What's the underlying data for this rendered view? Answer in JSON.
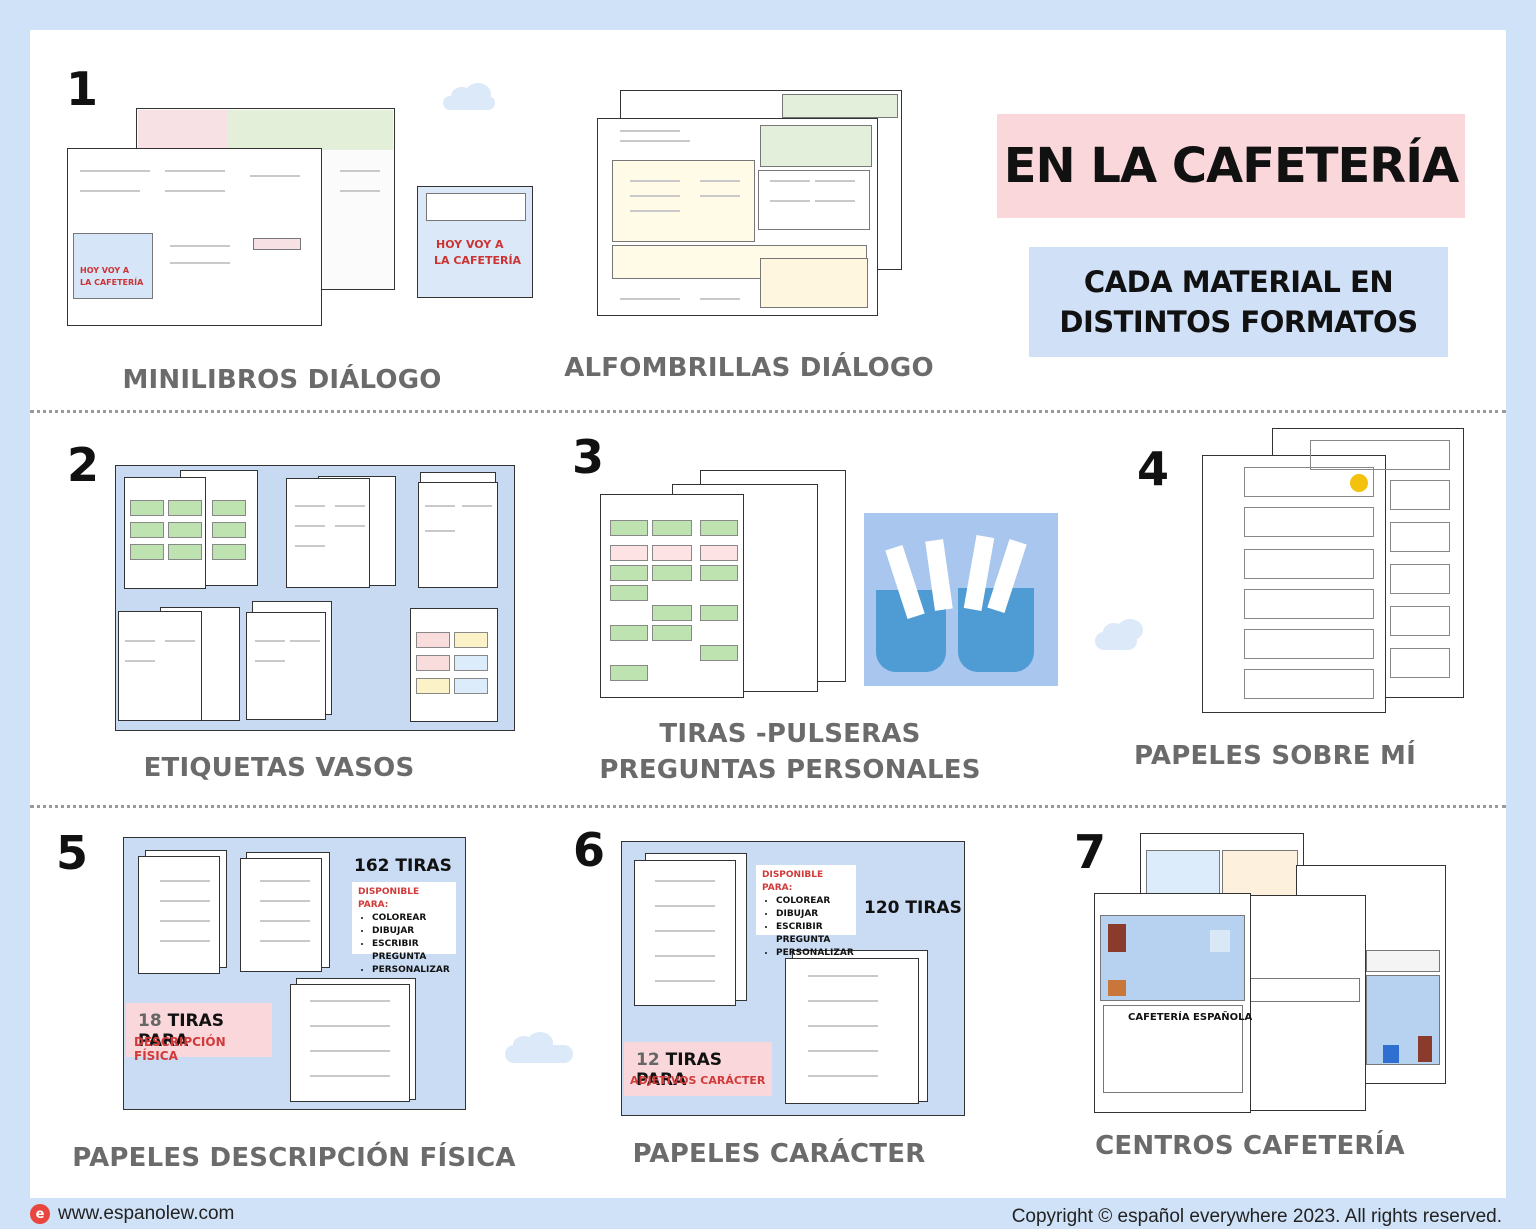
{
  "title": "EN LA CAFETERÍA",
  "subtitle_lines": [
    "CADA MATERIAL EN",
    "DISTINTOS FORMATOS"
  ],
  "items": [
    {
      "number": "1",
      "caption": "MINILIBROS DIÁLOGO"
    },
    {
      "number": "",
      "caption": "ALFOMBRILLAS  DIÁLOGO"
    },
    {
      "number": "2",
      "caption": "ETIQUETAS VASOS"
    },
    {
      "number": "3",
      "caption_lines": [
        "TIRAS -PULSERAS",
        "PREGUNTAS PERSONALES"
      ]
    },
    {
      "number": "4",
      "caption": "PAPELES SOBRE MÍ"
    },
    {
      "number": "5",
      "caption": "PAPELES DESCRIPCIÓN FÍSICA"
    },
    {
      "number": "6",
      "caption": "PAPELES CARÁCTER"
    },
    {
      "number": "7",
      "caption": "CENTROS CAFETERÍA"
    }
  ],
  "thumb5": {
    "count_label": "162 TIRAS",
    "available_heading": "DISPONIBLE PARA:",
    "available_items": [
      "COLOREAR",
      "DIBUJAR",
      "ESCRIBIR PREGUNTA",
      "PERSONALIZAR"
    ],
    "highlight_num": "18",
    "highlight_text": "TIRAS PARA",
    "highlight_sub": "DESCRIPCIÓN FÍSICA"
  },
  "thumb6": {
    "count_label": "120 TIRAS",
    "available_heading": "DISPONIBLE PARA:",
    "available_items": [
      "COLOREAR",
      "DIBUJAR",
      "ESCRIBIR PREGUNTA",
      "PERSONALIZAR"
    ],
    "highlight_num": "12",
    "highlight_text": "TIRAS PARA",
    "highlight_sub": "ADJETIVOS CARÁCTER"
  },
  "thumb1": {
    "cover_line1": "HOY VOY A",
    "cover_line2": "LA CAFETERÍA"
  },
  "thumb7": {
    "center_label": "CAFETERÍA ESPAÑOLA"
  },
  "footer": {
    "logo_letter": "e",
    "website": "www.espanolew.com",
    "copyright": "Copyright © español everywhere 2023. All rights reserved."
  },
  "colors": {
    "page_bg": "#cfe2f7",
    "title_bg": "#f9d7da",
    "subtitle_bg": "#cfe0f7",
    "caption_text": "#6b6b6b"
  }
}
